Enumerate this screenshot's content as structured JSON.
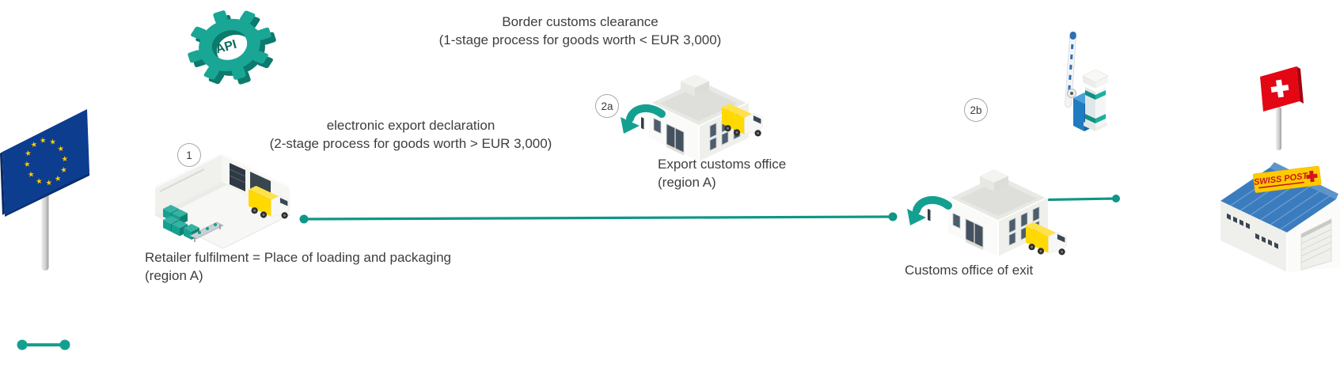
{
  "notes": {
    "border_clearance_1": "Border customs clearance",
    "border_clearance_2": "(1-stage process for goods worth < EUR 3,000)",
    "export_declaration_1": "electronic export declaration",
    "export_declaration_2": "(2-stage process for goods worth > EUR 3,000)"
  },
  "steps": {
    "retailer_1": "Retailer fulfilment = Place of loading and packaging",
    "retailer_2": "(region A)",
    "export_office_1": "Export customs office",
    "export_office_2": "(region A)",
    "exit_office": "Customs office of exit"
  },
  "badges": {
    "step_1": "1",
    "step_2a": "2a",
    "step_2b": "2b"
  },
  "icons": {
    "api_gear": "API",
    "swiss_post_sign": "SWISS POST",
    "eu_star": "★"
  },
  "colors": {
    "flow_teal": "#14A090",
    "teal_dark": "#0C7A6D",
    "text": "#3E3E3D",
    "eu_blue": "#0D3D8F",
    "star_yellow": "#FFCC00",
    "truck_yellow": "#FFD900",
    "swiss_red": "#E30613",
    "roof_blue": "#3B7CBE",
    "sign_yellow": "#FFCB00",
    "barrier_blue": "#1F7CC0"
  }
}
